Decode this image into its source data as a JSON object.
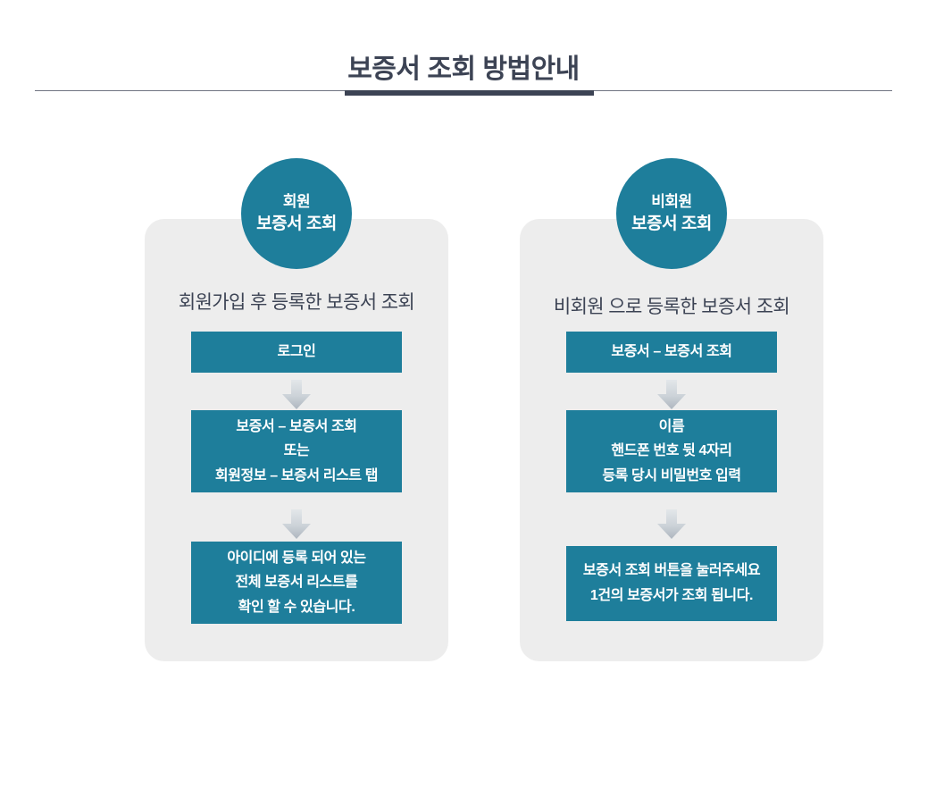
{
  "header": {
    "title": "보증서 조회 방법안내"
  },
  "columns": [
    {
      "id": "member",
      "badge": {
        "line1": "회원",
        "line2": "보증서 조회"
      },
      "caption": "회원가입 후  등록한 보증서 조회",
      "steps": [
        {
          "lines": [
            "로그인"
          ]
        },
        {
          "lines": [
            "보증서 – 보증서 조회",
            "또는",
            "회원정보 – 보증서 리스트 탭"
          ]
        },
        {
          "lines": [
            "아이디에 등록 되어 있는",
            "전체 보증서 리스트를",
            "확인 할 수 있습니다."
          ]
        }
      ]
    },
    {
      "id": "guest",
      "badge": {
        "line1": "비회원",
        "line2": "보증서 조회"
      },
      "caption": "비회원 으로 등록한 보증서  조회",
      "steps": [
        {
          "lines": [
            "보증서 – 보증서 조회"
          ]
        },
        {
          "lines": [
            "이름",
            "핸드폰 번호 뒷 4자리",
            "등록 당시 비밀번호 입력"
          ]
        },
        {
          "lines": [
            "보증서 조회 버튼을 눌러주세요",
            "1건의 보증서가 조회 됩니다."
          ]
        }
      ]
    }
  ],
  "icons": {
    "arrow_down": "arrow-down-icon"
  },
  "colors": {
    "teal": "#1e7e9b",
    "panel_gray": "#ededed",
    "title_navy": "#3c4354",
    "arrow_gray": "#c2c8cf"
  }
}
